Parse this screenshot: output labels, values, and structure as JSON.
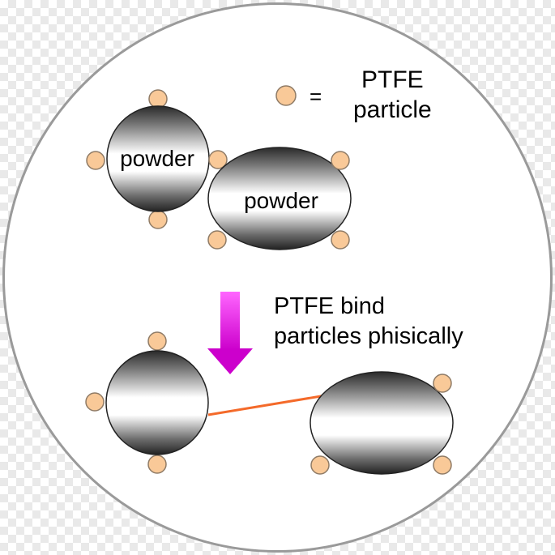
{
  "legend": {
    "symbol": "=",
    "line1": "PTFE",
    "line2": "particle"
  },
  "powders": {
    "label_left": "powder",
    "label_right": "powder"
  },
  "process": {
    "line1": "PTFE bind",
    "line2": "particles phisically"
  },
  "colors": {
    "particle_fill": "#f9c998",
    "particle_stroke": "#8f7b66",
    "arrow": "#e600e6",
    "bond": "#f46a2a",
    "circle_stroke": "#9a9a9a"
  }
}
